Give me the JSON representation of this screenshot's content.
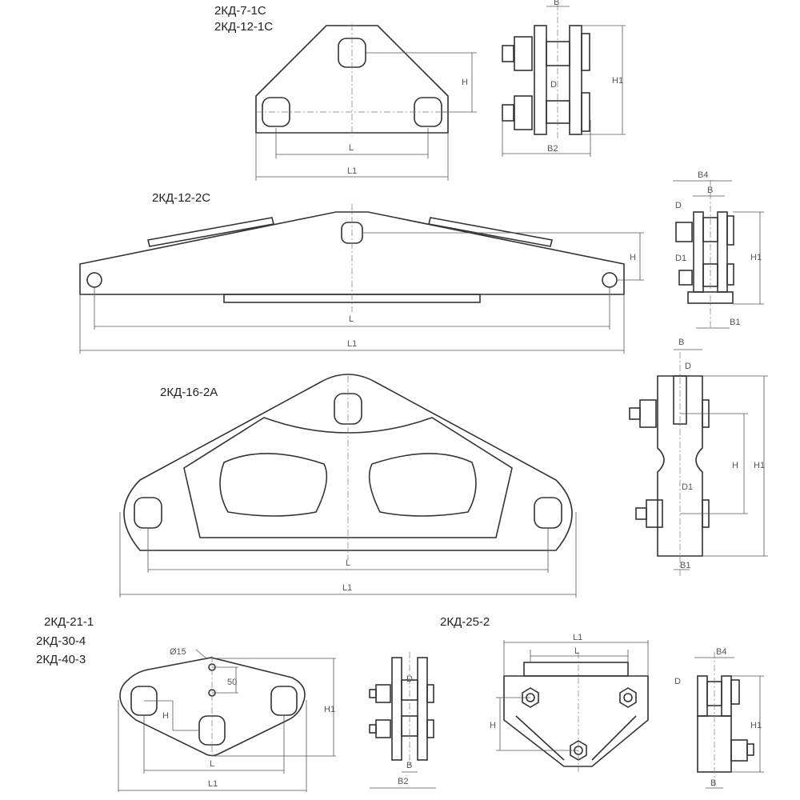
{
  "titles": {
    "v1a": "2КД-7-1С",
    "v1b": "2КД-12-1С",
    "v2": "2КД-12-2С",
    "v3": "2КД-16-2А",
    "v4a": "2КД-21-1",
    "v4b": "2КД-30-4",
    "v4c": "2КД-40-3",
    "v6": "2КД-25-2"
  },
  "dims": {
    "B": "B",
    "B1": "B1",
    "B2": "B2",
    "B4": "B4",
    "H": "H",
    "H1": "H1",
    "L": "L",
    "L1": "L1",
    "D": "D",
    "D1": "D1",
    "dia": "Ø15",
    "fifty": "50"
  }
}
